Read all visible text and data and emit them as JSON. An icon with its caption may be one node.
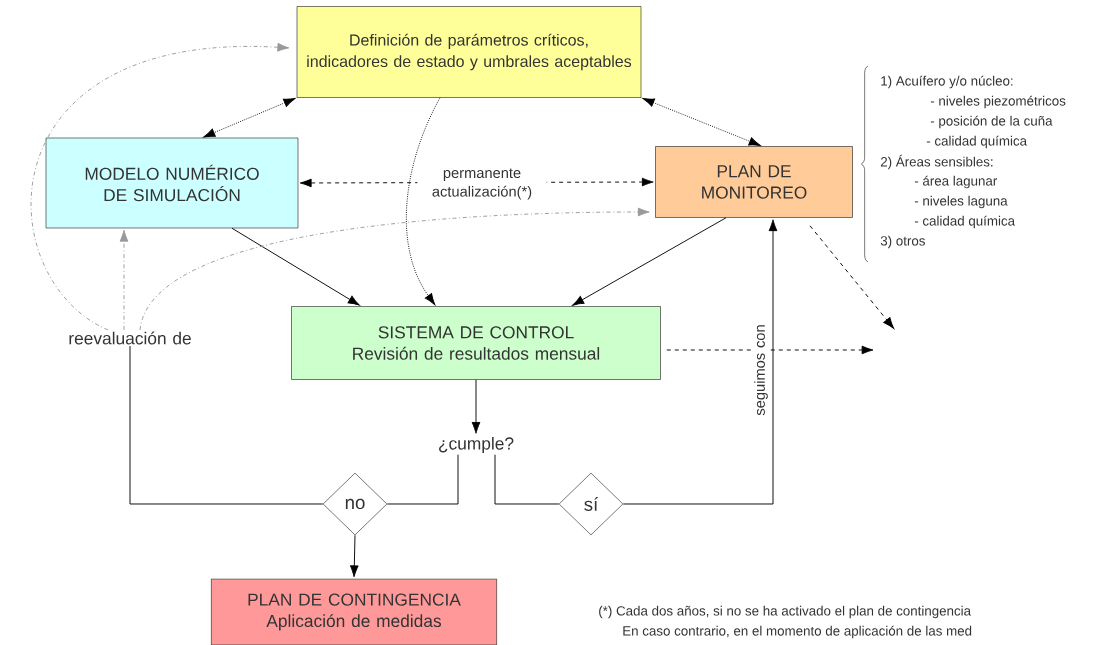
{
  "diagram": {
    "nodes": [
      {
        "text": [
          "Definición de parámetros críticos, indicadores de estado y umbrales aceptables"
        ]
      },
      {
        "text": [
          "MODELO NUMÉRICO DE SIMULACIÓN"
        ]
      },
      {
        "text": [
          "PLAN DE MONITOREO"
        ]
      },
      {
        "text": [
          "reevaluación de"
        ]
      },
      {
        "text": [
          "SISTEMA DE CONTROL",
          "Revisión de resultados mensual"
        ]
      },
      {
        "text": [
          "¿cumple?"
        ]
      },
      {
        "text": [
          "no"
        ]
      },
      {
        "text": [
          "sí"
        ]
      },
      {
        "text": [
          "PLAN DE CONTINGENCIA",
          "Aplicación de medidas"
        ]
      }
    ],
    "edges": [
      {
        "from": 0,
        "to": 1,
        "arrow": "both",
        "style": "dashed"
      },
      {
        "from": 0,
        "to": 2,
        "arrow": "both",
        "style": "dashed"
      },
      {
        "from": 1,
        "to": 2,
        "arrow": "both",
        "style": "dashed",
        "label": "permanente actualización(*)"
      },
      {
        "from": 0,
        "to": 4,
        "arrow": "to",
        "style": "dashed"
      },
      {
        "from": 1,
        "to": 4,
        "arrow": "to"
      },
      {
        "from": 2,
        "to": 4,
        "arrow": "to"
      },
      {
        "from": 3,
        "to": 1,
        "arrow": "to",
        "style": "dashed",
        "color": "#999999"
      },
      {
        "from": 3,
        "to": 0,
        "arrow": "to",
        "style": "dashed",
        "color": "#999999"
      },
      {
        "from": 3,
        "to": 2,
        "arrow": "to",
        "style": "dashed",
        "color": "#999999"
      },
      {
        "from": 4,
        "to": null,
        "arrow": "to",
        "style": "dashed"
      },
      {
        "from": 2,
        "to": null,
        "arrow": "to",
        "style": "dashed"
      },
      {
        "from": 4,
        "to": 5,
        "arrow": "to"
      },
      {
        "from": 5,
        "to": 6,
        "arrow": "none"
      },
      {
        "from": 6,
        "to": 3,
        "arrow": "none"
      },
      {
        "from": 6,
        "to": 8,
        "arrow": "to"
      },
      {
        "from": 5,
        "to": 7,
        "arrow": "none"
      },
      {
        "from": 7,
        "to": 2,
        "arrow": "to",
        "label": "seguimos con"
      }
    ],
    "labels": [
      "1) Acuífero y/o núcleo:",
      "- niveles piezométricos",
      "- posición de la cuña",
      "- calidad química",
      "2) Áreas sensibles:",
      "- área lagunar",
      "- niveles laguna",
      "- calidad química",
      "3) otros",
      "(*) Cada dos años, si no se ha activado el plan de contingencia",
      "En caso contrario, en el momento de aplicación de las med"
    ]
  }
}
